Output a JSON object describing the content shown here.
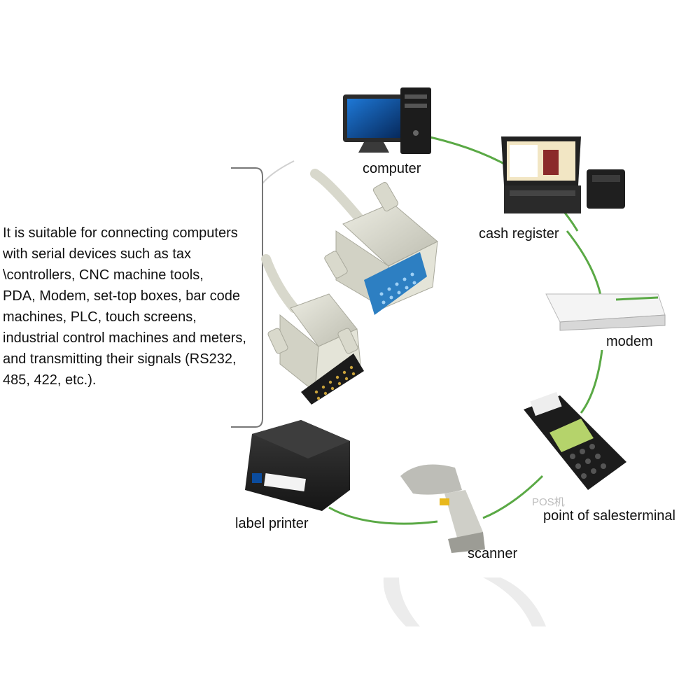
{
  "description": "It is suitable for connecting computers\nwith serial devices such as tax\n\\controllers, CNC machine tools,\nPDA, Modem, set-top boxes, bar code\nmachines, PLC, touch screens,\nindustrial control machines and meters,\nand transmitting their signals (RS232,\n485, 422, etc.).",
  "devices": {
    "computer": "computer",
    "cash_register": "cash register",
    "modem": "modem",
    "pos_cn": "POS机",
    "pos": "point of salesterminal",
    "scanner": "scanner",
    "label_printer": "label printer"
  },
  "colors": {
    "connection_line": "#5aa945",
    "connector_body": "#dcdcd0",
    "connector_pins_female": "#2d7fc2",
    "device_dark": "#2a2a2a"
  }
}
